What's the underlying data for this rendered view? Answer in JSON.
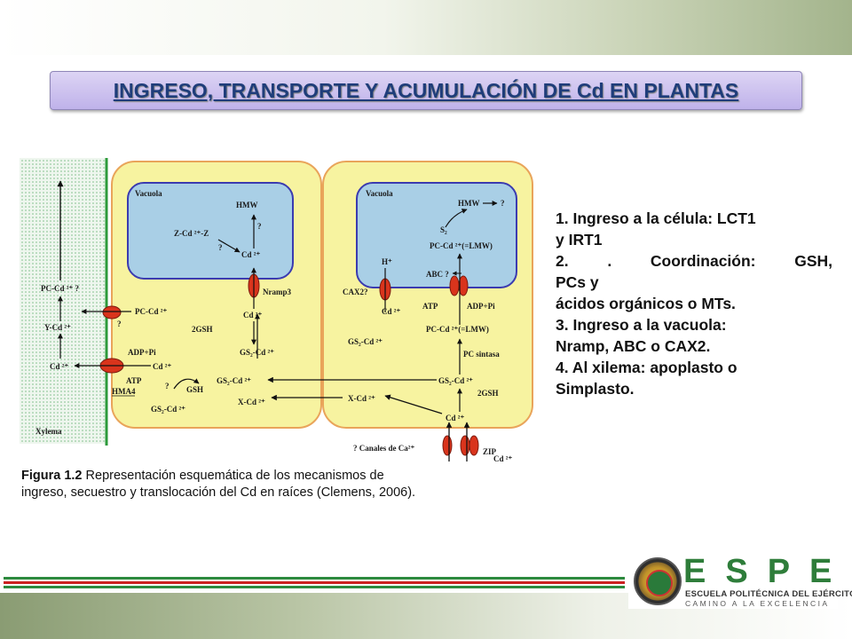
{
  "title": "INGRESO, TRANSPORTE Y ACUMULACIÓN DE Cd EN PLANTAS",
  "diagram": {
    "xylema": "Xylema",
    "vacuola_left": "Vacuola",
    "vacuola_right": "Vacuola",
    "left": {
      "hmw": "HMW",
      "q1": "?",
      "zcdz": "Z-Cd ²⁺-Z",
      "q2": "?",
      "cd_vac": "Cd ²⁺",
      "nramp3": "Nramp3",
      "cd_mid": "Cd ²⁺",
      "twogsh": "2GSH",
      "gs2cd_a": "GS₂-Cd ²⁺",
      "gs2cd_b": "GS₂-Cd ²⁺",
      "pccd": "PC-Cd ²⁺",
      "q3": "?",
      "adppi": "ADP+Pi",
      "cd_r": "Cd ²⁺",
      "atp": "ATP",
      "hma4": "HMA4",
      "q4": "?",
      "gsh": "GSH",
      "gs2cd_c": "GS₂-Cd ²⁺",
      "xcd": "X-Cd ²⁺"
    },
    "xylem": {
      "pccdq": "PC-Cd ²⁺ ?",
      "ycd": "Y-Cd ²⁺",
      "cd": "Cd ²⁺"
    },
    "right": {
      "hmw": "HMW",
      "q": "?",
      "s2": "S₂",
      "pccd_lmw_top": "PC-Cd ²⁺(=LMW)",
      "hplus": "H⁺",
      "abc": "ABC ?",
      "cax2": "CAX2?",
      "cd_cax": "Cd ²⁺",
      "atp": "ATP",
      "adppi": "ADP+Pi",
      "gs2cd": "GS₂-Cd ²⁺",
      "pccd_lmw": "PC-Cd ²⁺(=LMW)",
      "pcsintasa": "PC sintasa",
      "gs2cd_b": "GS₂-Cd ²⁺",
      "twogsh": "2GSH",
      "xcd": "X-Cd ²⁺",
      "cd_bottom": "Cd ²⁺",
      "canales": "? Canales de Ca²⁺",
      "zip": "ZIP",
      "cd_out": "Cd ²⁺"
    }
  },
  "caption": {
    "bold": "Figura 1.2",
    "text": " Representación esquemática de los mecanismos de ingreso, secuestro y translocación del Cd en raíces (Clemens, 2006)."
  },
  "list": {
    "item1_line1": "1. Ingreso a la célula: LCT1",
    "item1_line2": "y IRT1",
    "item2_a": "2.",
    "item2_b": ".",
    "item2_c": "Coordinación:",
    "item2_d": "GSH,",
    "item2_line2": "PCs y",
    "item2_line3": "ácidos orgánicos o MTs.",
    "item3_line1": "3. Ingreso a la vacuola:",
    "item3_line2": "Nramp, ABC o CAX2.",
    "item4_line1": "4. Al xilema: apoplasto o",
    "item4_line2": "Simplasto."
  },
  "logo": {
    "letters": "ESPE",
    "subtitle": "ESCUELA POLITÉCNICA DEL EJÉRCITO",
    "tagline": "CAMINO A LA EXCELENCIA"
  },
  "colors": {
    "title_text": "#1f3d7a",
    "cell_fill": "#f7f3a0",
    "cell_border": "#e9a45a",
    "vacuole_fill": "#a9cfe6",
    "vacuole_border": "#3b3bb0",
    "transporter": "#d9341c",
    "xylem_green": "#2c9a3a",
    "espe_green": "#2e7d3a"
  }
}
